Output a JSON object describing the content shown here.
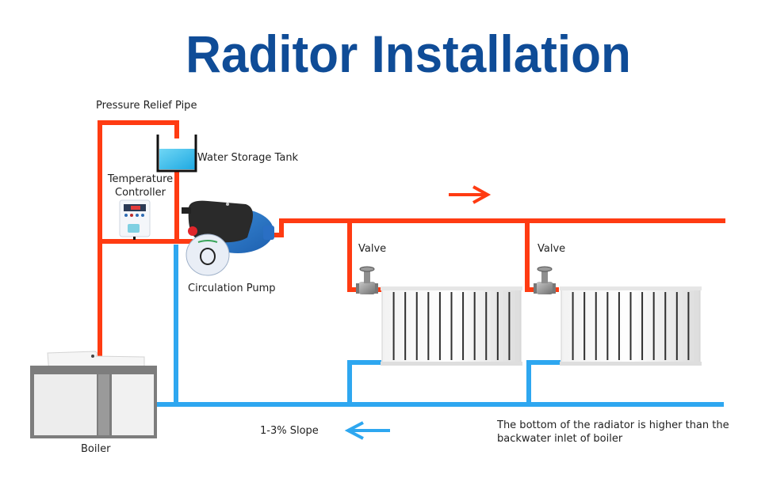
{
  "title": "Raditor Installation",
  "colors": {
    "title": "#0f4c97",
    "hot_pipe": "#ff3b12",
    "cold_pipe": "#2ea7f0",
    "tank_water": "#3cc3ee",
    "text": "#222222"
  },
  "labels": {
    "pressure_relief_pipe": "Pressure Relief Pipe",
    "water_storage_tank": "Water Storage Tank",
    "temperature_controller_line1": "Temperature",
    "temperature_controller_line2": "Controller",
    "circulation_pump": "Circulation Pump",
    "valve_1": "Valve",
    "valve_2": "Valve",
    "boiler": "Boiler",
    "slope": "1-3% Slope",
    "note_line1": "The bottom of the radiator is higher than the",
    "note_line2": "backwater inlet of boiler"
  },
  "components": [
    {
      "name": "water-storage-tank",
      "icon": "tank-icon"
    },
    {
      "name": "temperature-controller",
      "icon": "controller-icon"
    },
    {
      "name": "circulation-pump",
      "icon": "pump-icon"
    },
    {
      "name": "valve",
      "icon": "valve-icon",
      "count": 2
    },
    {
      "name": "radiator",
      "icon": "radiator-icon",
      "count": 2
    },
    {
      "name": "boiler",
      "icon": "boiler-icon"
    }
  ],
  "flow": {
    "supply_direction": "right",
    "return_direction": "left"
  }
}
